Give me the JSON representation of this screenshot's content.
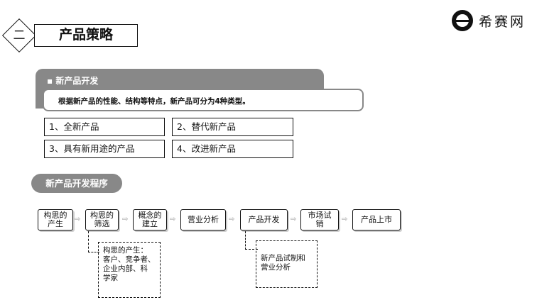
{
  "logo": {
    "text": "希赛网",
    "icon": "e-circle-logo"
  },
  "section": {
    "number": "二",
    "title": "产品策略"
  },
  "development": {
    "heading": "新产品开发",
    "description": "根据新产品的性能、结构等特点，新产品可分为4种类型。",
    "types": [
      "1、全新产品",
      "2、替代新产品",
      "3、具有新用途的产品",
      "4、改进新产品"
    ]
  },
  "process": {
    "heading": "新产品开发程序",
    "steps": [
      {
        "line1": "构思的",
        "line2": "产生"
      },
      {
        "line1": "构思的",
        "line2": "筛选"
      },
      {
        "line1": "概念的",
        "line2": "建立"
      },
      {
        "line1": "营业分析",
        "line2": ""
      },
      {
        "line1": "产品开发",
        "line2": ""
      },
      {
        "line1": "市场试",
        "line2": "销"
      },
      {
        "line1": "产品上市",
        "line2": ""
      }
    ],
    "arrow_glyph": "⇨",
    "notes": [
      {
        "lines": [
          "构思的产生：",
          "客户、竞争者、",
          "企业内部、科",
          "学家"
        ]
      },
      {
        "lines": [
          "新产品试制和",
          "营业分析"
        ]
      }
    ]
  },
  "colors": {
    "tab_gray": "#888888",
    "border": "#111111"
  }
}
